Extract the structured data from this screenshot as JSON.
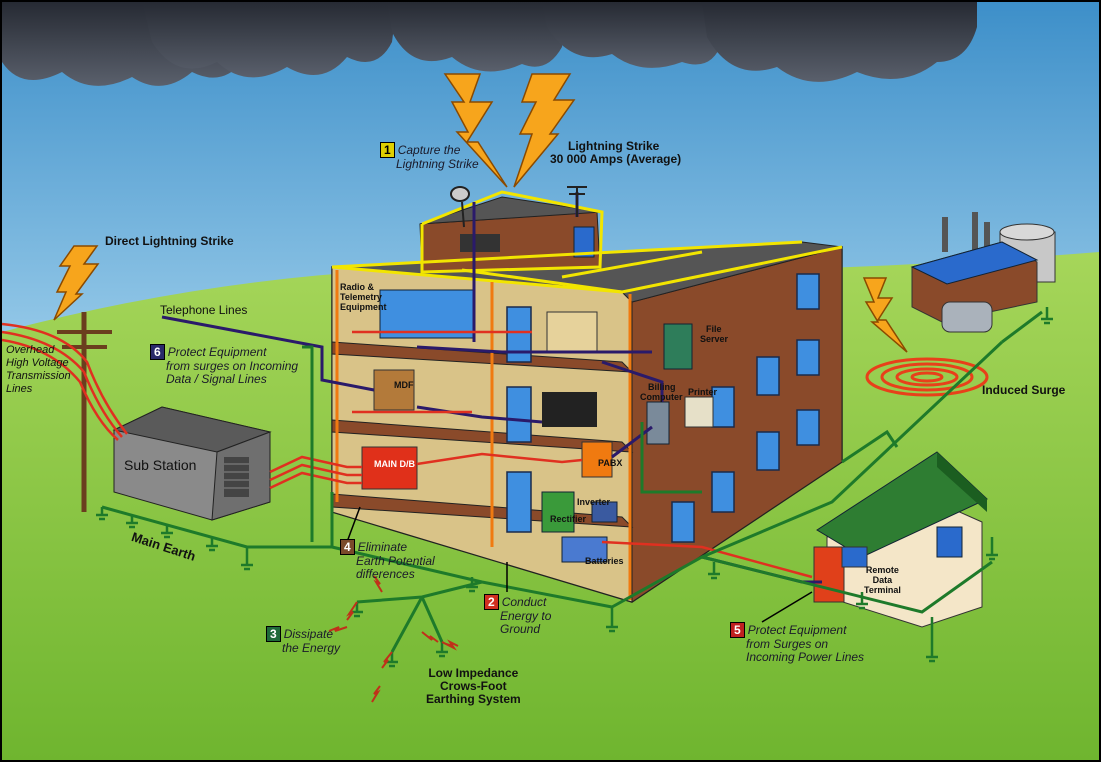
{
  "labels": {
    "step1_num": "1",
    "step1_line1": "Capture the",
    "step1_line2": "Lightning Strike",
    "strike_line1": "Lightning Strike",
    "strike_line2": "30 000 Amps (Average)",
    "direct_strike": "Direct Lightning Strike",
    "telephone_lines": "Telephone Lines",
    "overhead_line1": "Overhead",
    "overhead_line2": "High Voltage",
    "overhead_line3": "Transmission",
    "overhead_line4": "Lines",
    "step6_num": "6",
    "step6_line1": "Protect Equipment",
    "step6_line2": "from surges on Incoming",
    "step6_line3": "Data / Signal Lines",
    "sub_station": "Sub Station",
    "main_earth": "Main Earth",
    "radio_line1": "Radio &",
    "radio_line2": "Telemetry",
    "radio_line3": "Equipment",
    "mdf": "MDF",
    "main_db": "MAIN D/B",
    "file_server_line1": "File",
    "file_server_line2": "Server",
    "billing_line1": "Billing",
    "billing_line2": "Computer",
    "printer": "Printer",
    "pabx": "PABX",
    "inverter": "Inverter",
    "rectifier": "Rectifier",
    "batteries": "Batteries",
    "induced_surge": "Induced Surge",
    "step4_num": "4",
    "step4_line1": "Eliminate",
    "step4_line2": "Earth Potential",
    "step4_line3": "differences",
    "step2_num": "2",
    "step2_line1": "Conduct",
    "step2_line2": "Energy to",
    "step2_line3": "Ground",
    "step3_num": "3",
    "step3_line1": "Dissipate",
    "step3_line2": "the Energy",
    "crowsfoot_line1": "Low Impedance",
    "crowsfoot_line2": "Crows-Foot",
    "crowsfoot_line3": "Earthing System",
    "step5_num": "5",
    "step5_line1": "Protect Equipment",
    "step5_line2": "from Surges on",
    "step5_line3": "Incoming Power Lines",
    "remote_line1": "Remote",
    "remote_line2": "Data",
    "remote_line3": "Terminal"
  },
  "colors": {
    "sky": "#5aa9d8",
    "grass": "#8cc63f",
    "cloud": "#3a3f4a",
    "bolt": "#f7a51c",
    "earth_wire": "#1e7a2a",
    "power_wire": "#e03020",
    "data_wire": "#2a1a6a",
    "roof_conductor": "#f2e500",
    "down_conductor": "#f07a10",
    "building_brick": "#8a4a2a",
    "step1": "#e0d000",
    "step2": "#d03020",
    "step3": "#1f6a3a",
    "step4": "#7a4a2a",
    "step5": "#c02020",
    "step6": "#2a2a6a"
  }
}
